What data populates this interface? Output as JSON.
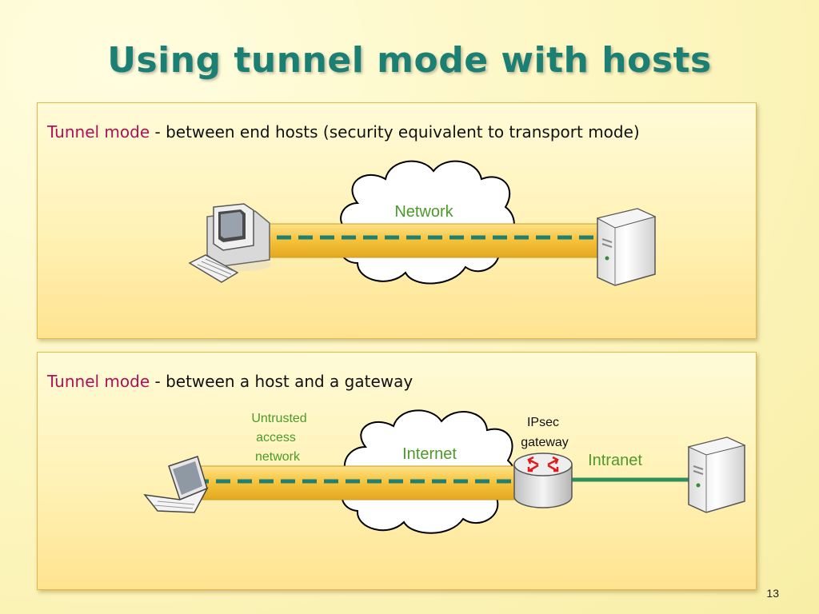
{
  "title": "Using tunnel mode with hosts",
  "panels": [
    {
      "highlight": "Tunnel mode",
      "text": " - between end hosts (security equivalent to transport mode)",
      "cloud_label": "Network"
    },
    {
      "highlight": "Tunnel mode",
      "text": " - between a host and a gateway",
      "cloud_label": "Internet",
      "untrusted_label": [
        "Untrusted",
        "access",
        "network"
      ],
      "gateway_label": [
        "IPsec",
        "gateway"
      ],
      "intranet_label": "Intranet"
    }
  ],
  "slide_number": "13",
  "colors": {
    "title": "#1b7f73",
    "highlight": "#b0105a",
    "dash": "#1f7f70",
    "tunnel": "#f6c84a",
    "green_text": "#4c9a2a",
    "router_arrows": "#e01b1b"
  }
}
